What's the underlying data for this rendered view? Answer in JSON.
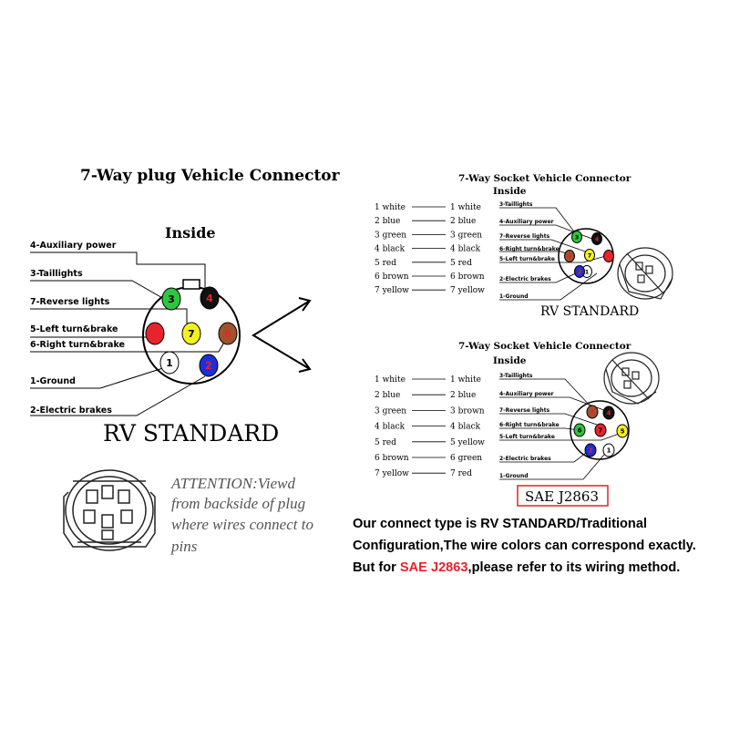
{
  "left": {
    "title": "7-Way plug  Vehicle Connector",
    "inside": "Inside",
    "labels": {
      "aux": "4-Auxiliary power",
      "tail": "3-Taillights",
      "reverse": "7-Reverse lights",
      "left": "5-Left  turn&brake",
      "right": "6-Right turn&brake",
      "ground": "1-Ground",
      "brakes": "2-Electric brakes"
    },
    "standard": "RV STANDARD",
    "attention": [
      "ATTENTION:Viewd",
      "from backside of plug",
      "where wires connect to",
      "pins"
    ]
  },
  "top_right": {
    "title": "7-Way Socket Vehicle Connector",
    "inside": "Inside",
    "wiring_left": [
      "1 white",
      "2 blue",
      "3 green",
      "4 black",
      "5 red",
      "6 brown",
      "7 yellow"
    ],
    "wiring_right": [
      "1 white",
      "2 blue",
      "3 green",
      "4 black",
      "5 red",
      "6 brown",
      "7 yellow"
    ],
    "labels": {
      "tail": "3-Taillights",
      "aux": "4-Auxiliary power",
      "reverse": "7-Reverse lights",
      "right": "6-Right turn&brake",
      "left": "5-Left  turn&brake",
      "brakes": "2-Electric brakes",
      "ground": "1-Ground"
    },
    "standard": "RV STANDARD"
  },
  "bottom_right": {
    "title": "7-Way Socket Vehicle Connector",
    "inside": "Inside",
    "wiring_left": [
      "1 white",
      "2 blue",
      "3 green",
      "4 black",
      "5 red",
      "6 brown",
      "7 yellow"
    ],
    "wiring_right": [
      "1 white",
      "2 blue",
      "3 brown",
      "4 black",
      "5 yellow",
      "6 green",
      "7 red"
    ],
    "labels": {
      "tail": "3-Taillights",
      "aux": "4-Auxiliary power",
      "reverse": "7-Reverse lights",
      "right": "6-Right turn&brake",
      "left": "5-Left  turn&brake",
      "brakes": "2-Electric brakes",
      "ground": "1-Ground"
    },
    "standard": "SAE  J2863"
  },
  "note": {
    "line1": "Our connect type is RV STANDARD/Traditional",
    "line2": "Configuration,The wire colors can correspond exactly.",
    "line3_prefix": "But for ",
    "line3_highlight": "SAE J2863",
    "line3_suffix": ",please refer to its wiring method."
  },
  "pins": {
    "left": [
      {
        "num": "1",
        "color": "#ffffff"
      },
      {
        "num": "2",
        "color": "#1f2fd6"
      },
      {
        "num": "3",
        "color": "#2ec53f"
      },
      {
        "num": "4",
        "color": "#111111"
      },
      {
        "num": "5",
        "color": "#e8232b"
      },
      {
        "num": "6",
        "color": "#a0522d"
      },
      {
        "num": "7",
        "color": "#f4f122"
      }
    ],
    "top_right": [
      {
        "num": "1",
        "color": "#ffffff"
      },
      {
        "num": "2",
        "color": "#1f2fd6"
      },
      {
        "num": "3",
        "color": "#2ec53f"
      },
      {
        "num": "4",
        "color": "#111111"
      },
      {
        "num": "5",
        "color": "#e8232b"
      },
      {
        "num": "6",
        "color": "#a0522d"
      },
      {
        "num": "7",
        "color": "#f4f122"
      }
    ],
    "bottom_right": [
      {
        "num": "1",
        "color": "#ffffff"
      },
      {
        "num": "2",
        "color": "#1f2fd6"
      },
      {
        "num": "3",
        "color": "#a0522d"
      },
      {
        "num": "4",
        "color": "#111111"
      },
      {
        "num": "5",
        "color": "#f4f122"
      },
      {
        "num": "6",
        "color": "#2ec53f"
      },
      {
        "num": "7",
        "color": "#e8232b"
      }
    ]
  },
  "colors": {
    "highlight_red": "#e8232b",
    "box_red": "#d9262b"
  }
}
